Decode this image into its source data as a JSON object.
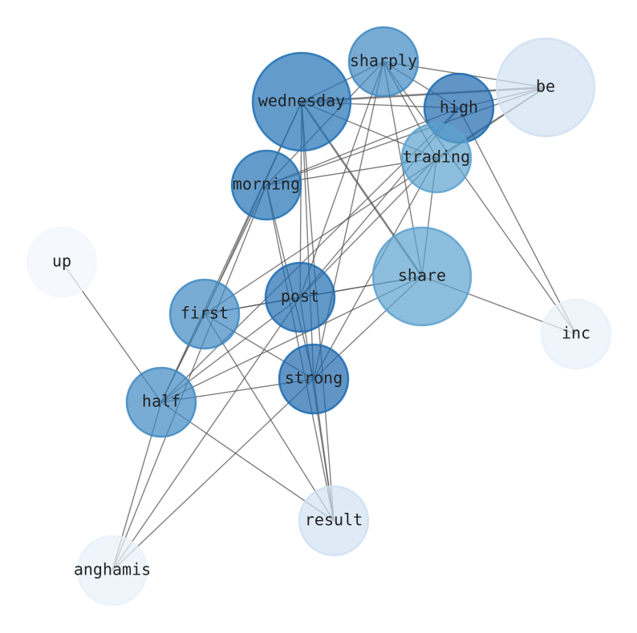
{
  "chart_data": {
    "type": "network",
    "title": "",
    "nodes": [
      {
        "id": "wednesday",
        "size": 3,
        "shade": 0.75
      },
      {
        "id": "sharply",
        "size": 2,
        "shade": 0.65
      },
      {
        "id": "be",
        "size": 3,
        "shade": 0.2
      },
      {
        "id": "high",
        "size": 2,
        "shade": 0.8
      },
      {
        "id": "trading",
        "size": 2,
        "shade": 0.55
      },
      {
        "id": "morning",
        "size": 2,
        "shade": 0.75
      },
      {
        "id": "up",
        "size": 2,
        "shade": 0.03
      },
      {
        "id": "share",
        "size": 3,
        "shade": 0.55
      },
      {
        "id": "post",
        "size": 2,
        "shade": 0.78
      },
      {
        "id": "first",
        "size": 2,
        "shade": 0.65
      },
      {
        "id": "inc",
        "size": 2,
        "shade": 0.08
      },
      {
        "id": "strong",
        "size": 2,
        "shade": 0.8
      },
      {
        "id": "half",
        "size": 2,
        "shade": 0.65
      },
      {
        "id": "result",
        "size": 2,
        "shade": 0.2
      },
      {
        "id": "anghamis",
        "size": 2,
        "shade": 0.08
      }
    ],
    "edges": [
      [
        "wednesday",
        "sharply"
      ],
      [
        "wednesday",
        "be"
      ],
      [
        "wednesday",
        "high"
      ],
      [
        "wednesday",
        "trading"
      ],
      [
        "wednesday",
        "share"
      ],
      [
        "wednesday",
        "post"
      ],
      [
        "wednesday",
        "strong"
      ],
      [
        "wednesday",
        "result"
      ],
      [
        "wednesday",
        "half"
      ],
      [
        "wednesday",
        "first"
      ],
      [
        "sharply",
        "be"
      ],
      [
        "sharply",
        "high"
      ],
      [
        "sharply",
        "morning"
      ],
      [
        "sharply",
        "post"
      ],
      [
        "sharply",
        "strong"
      ],
      [
        "sharply",
        "share"
      ],
      [
        "sharply",
        "inc"
      ],
      [
        "sharply",
        "trading"
      ],
      [
        "be",
        "high"
      ],
      [
        "be",
        "trading"
      ],
      [
        "be",
        "morning"
      ],
      [
        "be",
        "first"
      ],
      [
        "high",
        "morning"
      ],
      [
        "high",
        "inc"
      ],
      [
        "high",
        "half"
      ],
      [
        "high",
        "post"
      ],
      [
        "trading",
        "morning"
      ],
      [
        "trading",
        "share"
      ],
      [
        "trading",
        "strong"
      ],
      [
        "trading",
        "post"
      ],
      [
        "morning",
        "half"
      ],
      [
        "morning",
        "anghamis"
      ],
      [
        "morning",
        "result"
      ],
      [
        "morning",
        "strong"
      ],
      [
        "up",
        "half"
      ],
      [
        "share",
        "inc"
      ],
      [
        "share",
        "post"
      ],
      [
        "share",
        "half"
      ],
      [
        "share",
        "strong"
      ],
      [
        "share",
        "first"
      ],
      [
        "post",
        "first"
      ],
      [
        "post",
        "half"
      ],
      [
        "post",
        "result"
      ],
      [
        "post",
        "anghamis"
      ],
      [
        "first",
        "strong"
      ],
      [
        "first",
        "result"
      ],
      [
        "first",
        "half"
      ],
      [
        "strong",
        "half"
      ],
      [
        "strong",
        "anghamis"
      ],
      [
        "strong",
        "result"
      ],
      [
        "half",
        "result"
      ],
      [
        "half",
        "anghamis"
      ]
    ],
    "colors": {
      "edge": "#555555",
      "light": "#f7fbff",
      "dark": "#08519c"
    }
  }
}
